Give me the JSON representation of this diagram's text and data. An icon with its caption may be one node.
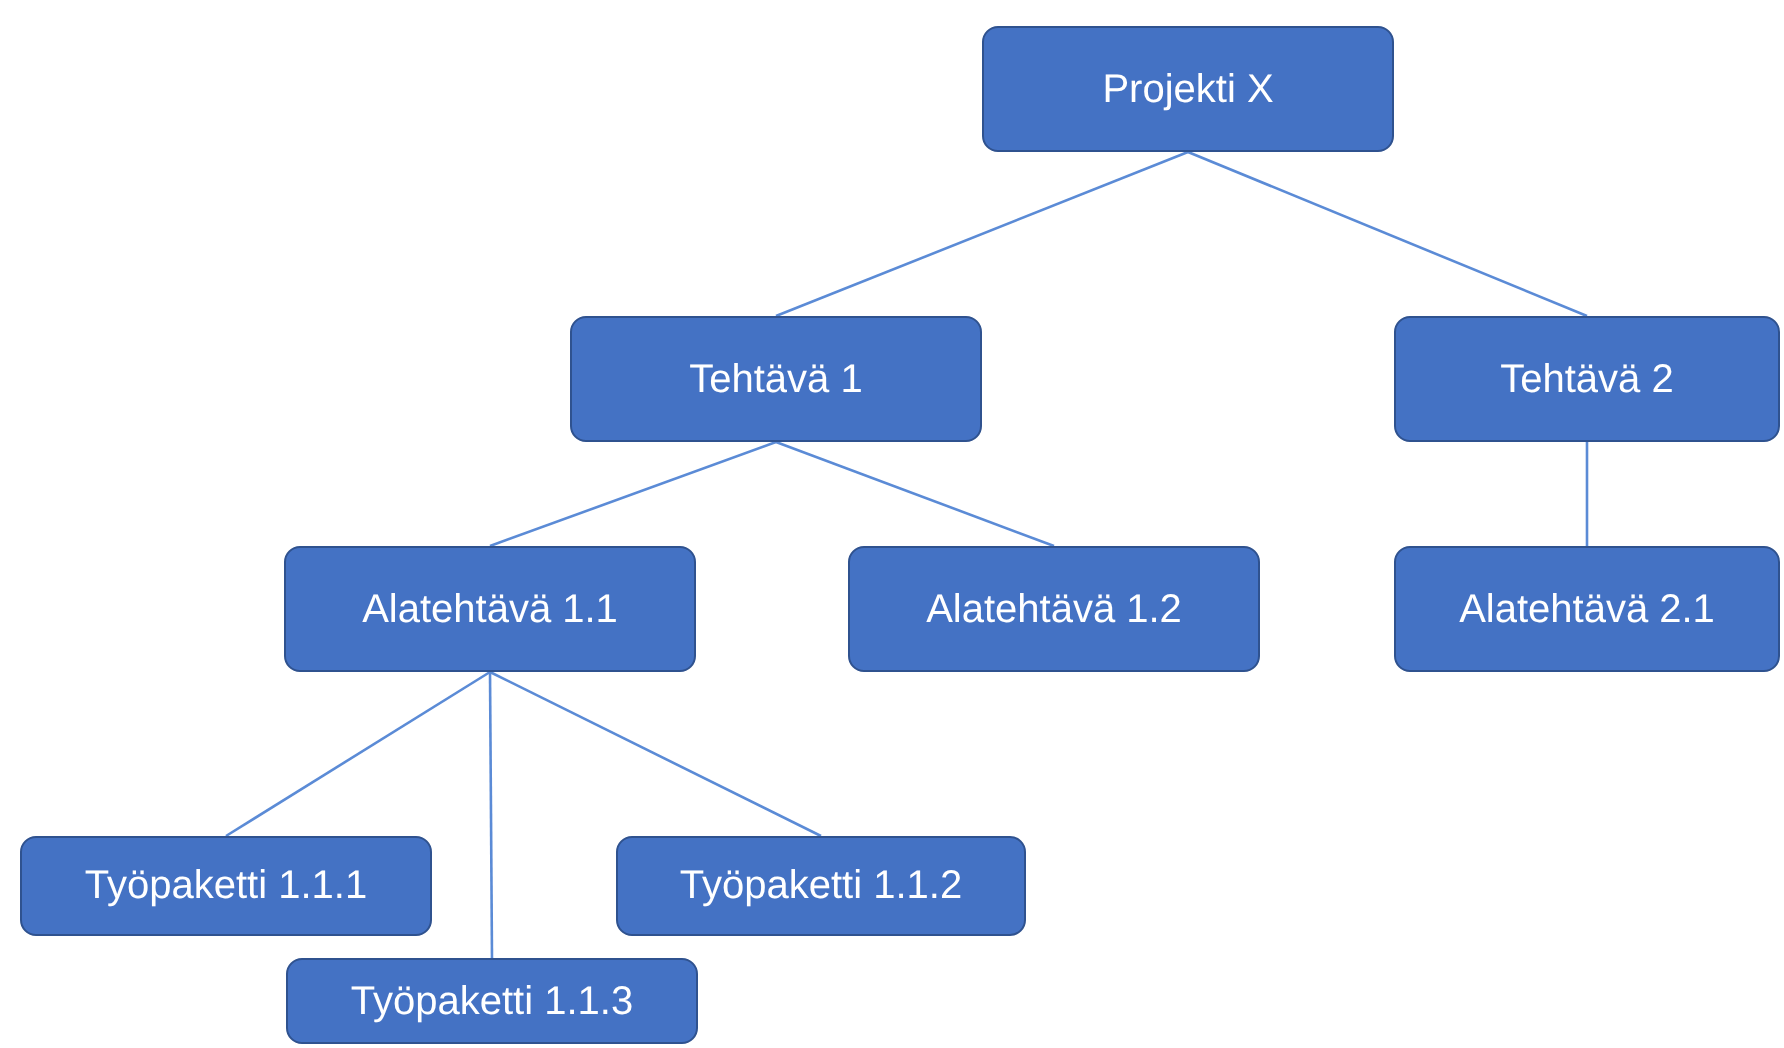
{
  "diagram": {
    "nodes": [
      {
        "text": [
          "Projekti X"
        ]
      },
      {
        "text": [
          "Tehtävä 1"
        ]
      },
      {
        "text": [
          "Tehtävä 2"
        ]
      },
      {
        "text": [
          "Alatehtävä 1.1"
        ]
      },
      {
        "text": [
          "Alatehtävä 1.2"
        ]
      },
      {
        "text": [
          "Alatehtävä 2.1"
        ]
      },
      {
        "text": [
          "Työpaketti 1.1.1"
        ]
      },
      {
        "text": [
          "Työpaketti 1.1.2"
        ]
      },
      {
        "text": [
          "Työpaketti 1.1.3"
        ]
      }
    ],
    "edges": [
      {
        "from": 0,
        "to": 1,
        "arrow": "none"
      },
      {
        "from": 0,
        "to": 2,
        "arrow": "none"
      },
      {
        "from": 1,
        "to": 3,
        "arrow": "none"
      },
      {
        "from": 1,
        "to": 4,
        "arrow": "none"
      },
      {
        "from": 2,
        "to": 5,
        "arrow": "none"
      },
      {
        "from": 3,
        "to": 6,
        "arrow": "none"
      },
      {
        "from": 3,
        "to": 8,
        "arrow": "none"
      },
      {
        "from": 3,
        "to": 7,
        "arrow": "none"
      }
    ]
  }
}
